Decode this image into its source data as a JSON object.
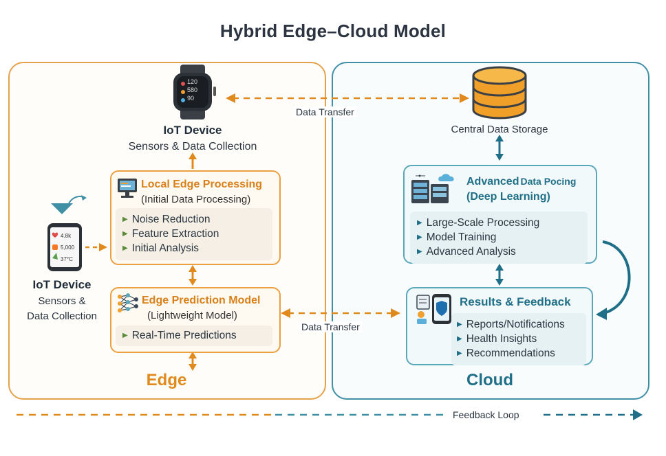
{
  "title": "Hybrid Edge–Cloud Model",
  "edge": {
    "label": "Edge",
    "iot_top": {
      "title": "IoT Device",
      "subtitle": "Sensors & Data Collection"
    },
    "iot_left": {
      "title": "IoT Device",
      "subtitle_line1": "Sensors &",
      "subtitle_line2": "Data Collection"
    },
    "watch_readings": [
      "120",
      "580",
      "90"
    ],
    "phone_readings": [
      "4.8k",
      "5,000",
      "37°C"
    ],
    "local_processing": {
      "title": "Local Edge Processing",
      "subtitle": "(Initial Data Processing)",
      "items": [
        "Noise Reduction",
        "Feature Extraction",
        "Initial Analysis"
      ]
    },
    "prediction_model": {
      "title": "Edge Prediction Model",
      "subtitle": "(Lightweight Model)",
      "items": [
        "Real-Time Predictions"
      ]
    }
  },
  "cloud": {
    "label": "Cloud",
    "storage": {
      "label": "Central Data Storage"
    },
    "advanced": {
      "title_part1": "Advanced",
      "title_part2": "Data Pocing",
      "subtitle": "(Deep Learning)",
      "items": [
        "Large-Scale Processing",
        "Model Training",
        "Advanced Analysis"
      ]
    },
    "results": {
      "title": "Results & Feedback",
      "items": [
        "Reports/Notifications",
        "Health Insights",
        "Recommendations"
      ]
    }
  },
  "transfers": {
    "top": "Data Transfer",
    "bottom": "Data Transfer"
  },
  "feedback_loop": "Feedback Loop",
  "colors": {
    "edge": "#e5a24a",
    "edge_text": "#e08a1e",
    "cloud": "#3f8fa5",
    "cloud_text": "#1f6f88"
  }
}
